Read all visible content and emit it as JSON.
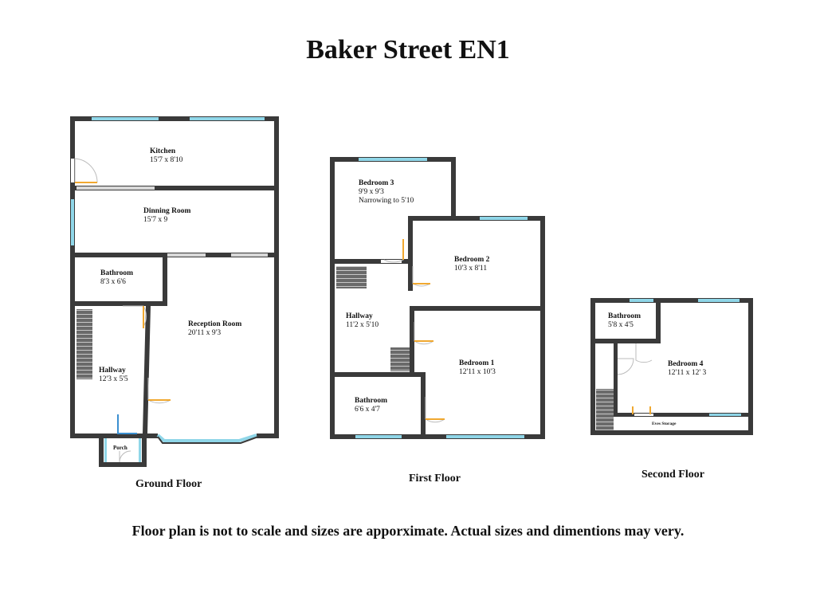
{
  "title": "Baker Street EN1",
  "disclaimer": "Floor plan is not to scale and sizes are apporximate. Actual sizes and dimentions may very.",
  "floors": {
    "ground": "Ground Floor",
    "first": "First Floor",
    "second": "Second Floor"
  },
  "rooms": {
    "kitchen": {
      "name": "Kitchen",
      "dims": "15'7 x 8'10"
    },
    "dining": {
      "name": "Dinning Room",
      "dims": "15'7 x 9"
    },
    "bathroom_g": {
      "name": "Bathroom",
      "dims": "8'3 x 6'6"
    },
    "reception": {
      "name": "Reception Room",
      "dims": "20'11 x 9'3"
    },
    "hallway_g": {
      "name": "Hallway",
      "dims": "12'3 x 5'5"
    },
    "porch": {
      "name": "Porch"
    },
    "bedroom3": {
      "name": "Bedroom 3",
      "dims": "9'9 x 9'3",
      "note": "Narrowing to 5'10"
    },
    "bedroom2": {
      "name": "Bedroom 2",
      "dims": "10'3 x 8'11"
    },
    "hallway_f": {
      "name": "Hallway",
      "dims": "11'2 x 5'10"
    },
    "bedroom1": {
      "name": "Bedroom 1",
      "dims": "12'11 x 10'3"
    },
    "bathroom_f": {
      "name": "Bathroom",
      "dims": "6'6 x 4'7"
    },
    "bathroom_s": {
      "name": "Bathroom",
      "dims": "5'8 x 4'5"
    },
    "bedroom4": {
      "name": "Bedroom 4",
      "dims": "12'11 x 12' 3"
    },
    "eves": {
      "name": "Eves Storage"
    }
  },
  "colors": {
    "wall": "#3a3a3a",
    "window": "#8fd6e8",
    "door": "#f0a830"
  }
}
